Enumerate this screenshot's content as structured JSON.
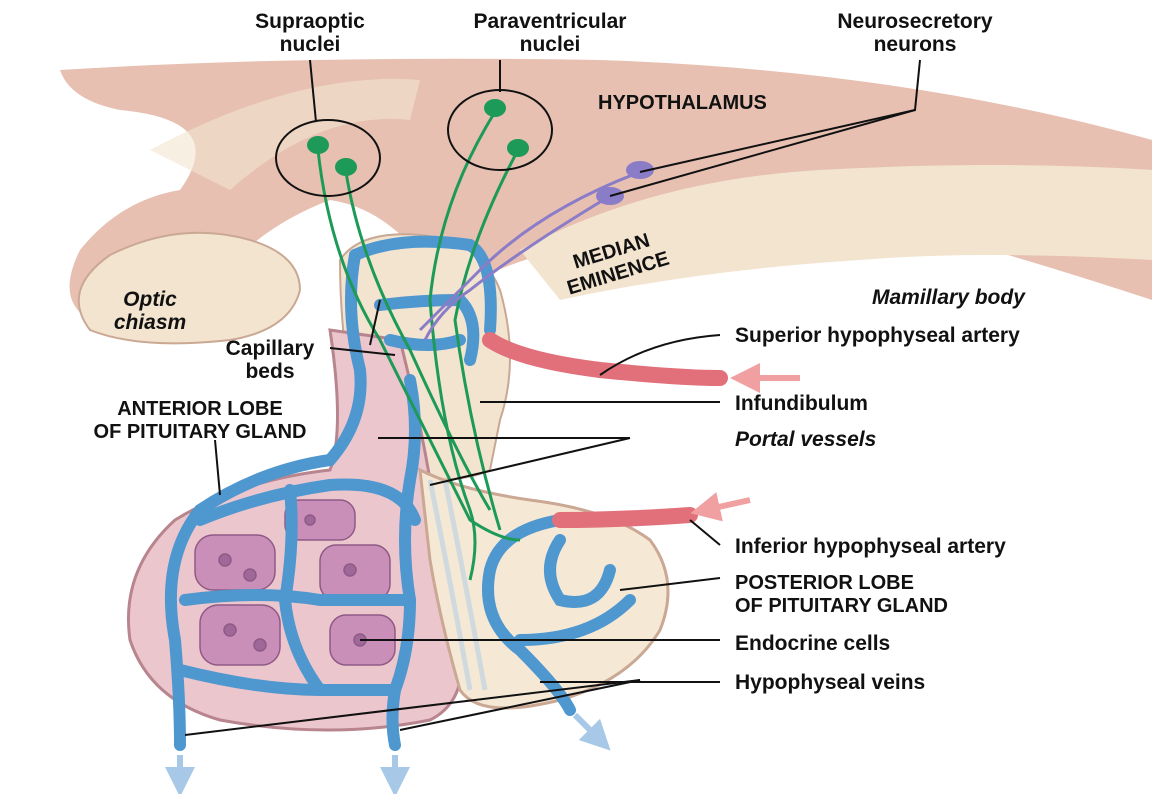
{
  "labels": {
    "supraoptic": [
      "Supraoptic",
      "nuclei"
    ],
    "paraventricular": [
      "Paraventricular",
      "nuclei"
    ],
    "neurosecretory": [
      "Neurosecretory",
      "neurons"
    ],
    "hypothalamus": "HYPOTHALAMUS",
    "median_eminence": [
      "MEDIAN",
      "EMINENCE"
    ],
    "optic_chiasm": [
      "Optic",
      "chiasm"
    ],
    "mamillary_body": "Mamillary body",
    "capillary_beds": [
      "Capillary",
      "beds"
    ],
    "superior_artery": "Superior hypophyseal artery",
    "infundibulum": "Infundibulum",
    "anterior_lobe": [
      "ANTERIOR LOBE",
      "OF PITUITARY GLAND"
    ],
    "portal_vessels": "Portal vessels",
    "inferior_artery": "Inferior hypophyseal artery",
    "posterior_lobe": [
      "POSTERIOR LOBE",
      "OF PITUITARY GLAND"
    ],
    "endocrine_cells": "Endocrine cells",
    "hypophyseal_veins": "Hypophyseal veins"
  },
  "colors": {
    "tissue_pink": "#e7c0b2",
    "tissue_cream": "#f3e4d0",
    "anterior_lobe": "#ecc6cd",
    "vessel_blue": "#4f97cf",
    "neuron_green": "#1e9a58",
    "neuron_purple": "#8a7cc6",
    "artery_red": "#e2707a",
    "cell_purple": "#c98fb8"
  }
}
